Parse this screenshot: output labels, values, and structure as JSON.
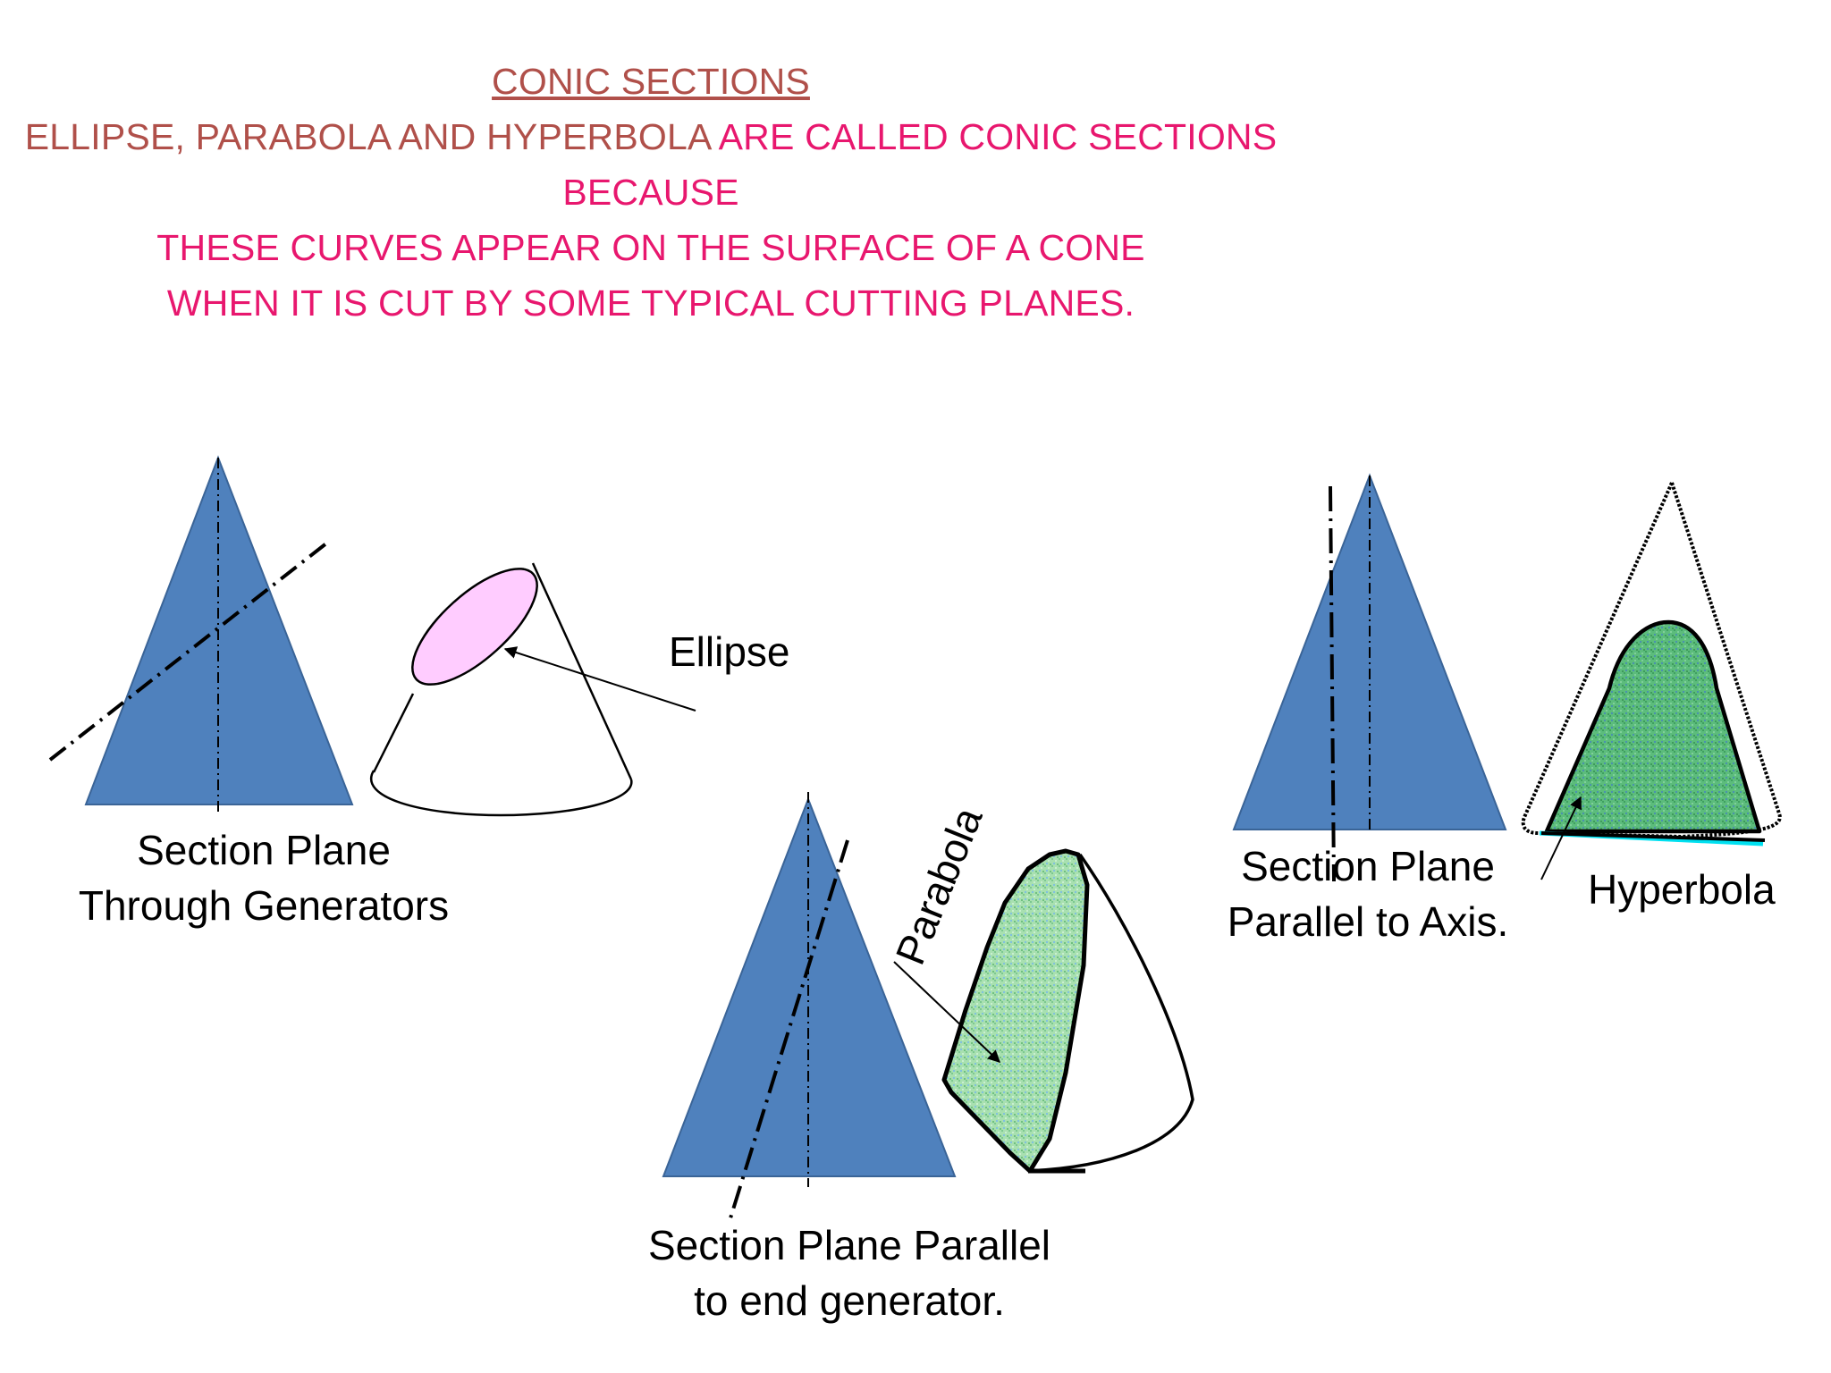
{
  "header": {
    "title": "CONIC SECTIONS",
    "line1_part1": "ELLIPSE, PARABOLA AND HYPERBOLA",
    "line1_part2": " ARE CALLED CONIC SECTIONS",
    "line2": "BECAUSE",
    "line3": "THESE CURVES APPEAR ON THE SURFACE OF A CONE",
    "line4": "WHEN IT IS CUT BY SOME TYPICAL CUTTING PLANES."
  },
  "panels": {
    "ellipse": {
      "curve_label": "Ellipse",
      "caption_line1": "Section Plane",
      "caption_line2": "Through Generators"
    },
    "parabola": {
      "curve_label": "Parabola",
      "caption_line1": "Section Plane Parallel",
      "caption_line2": "to end generator."
    },
    "hyperbola": {
      "curve_label": "Hyperbola",
      "caption_line1": "Section Plane",
      "caption_line2": "Parallel to Axis."
    }
  },
  "colors": {
    "cone_fill": "#4f81bd",
    "ellipse_fill": "#ffccff",
    "section_fill": "#99dd99",
    "hyperbola_fill": "#55bb77",
    "base_accent": "#00e0f0",
    "title_color": "#b0504a",
    "text_pink": "#e8176e"
  }
}
